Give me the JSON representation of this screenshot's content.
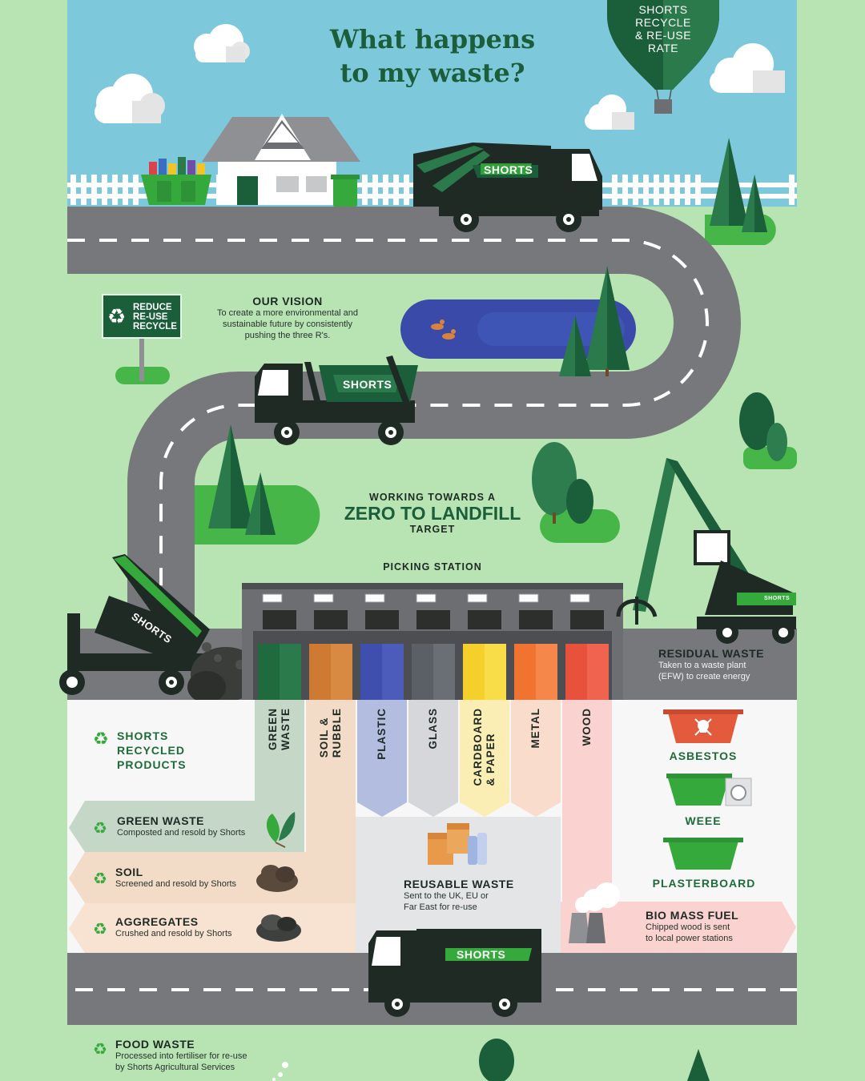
{
  "title": {
    "line1": "What happens",
    "line2": "to my waste?"
  },
  "balloon": {
    "l1": "SHORTS",
    "l2": "RECYCLE",
    "l3": "& RE-USE",
    "l4": "RATE"
  },
  "sign": {
    "l1": "REDUCE",
    "l2": "RE-USE",
    "l3": "RECYCLE"
  },
  "vision": {
    "heading": "OUR VISION",
    "l1": "To create a more environmental and",
    "l2": "sustainable future by consistently",
    "l3": "pushing the three R's."
  },
  "target": {
    "line1": "WORKING TOWARDS A",
    "line2": "ZERO TO LANDFILL",
    "line3": "TARGET"
  },
  "picking_station": "PICKING STATION",
  "residual": {
    "heading": "RESIDUAL WASTE",
    "l1": "Taken to a waste plant",
    "l2": "(EFW) to create energy"
  },
  "brand": "SHORTS",
  "bays": [
    {
      "l1": "GREEN",
      "l2": "WASTE"
    },
    {
      "l1": "SOIL &",
      "l2": "RUBBLE"
    },
    {
      "l1": "PLASTIC",
      "l2": ""
    },
    {
      "l1": "GLASS",
      "l2": ""
    },
    {
      "l1": "CARDBOARD",
      "l2": "& PAPER"
    },
    {
      "l1": "METAL",
      "l2": ""
    },
    {
      "l1": "WOOD",
      "l2": ""
    }
  ],
  "recycled": {
    "l1": "SHORTS",
    "l2": "RECYCLED",
    "l3": "PRODUCTS"
  },
  "products": {
    "green": {
      "heading": "GREEN WASTE",
      "desc": "Composted and resold by Shorts"
    },
    "soil": {
      "heading": "SOIL",
      "desc": "Screened and resold by Shorts"
    },
    "aggregates": {
      "heading": "AGGREGATES",
      "desc": "Crushed and resold by Shorts"
    }
  },
  "reusable": {
    "heading": "REUSABLE WASTE",
    "l1": "Sent to the UK, EU or",
    "l2": "Far East for re-use"
  },
  "skips": {
    "asbestos": "ASBESTOS",
    "weee": "WEEE",
    "plasterboard": "PLASTERBOARD"
  },
  "biomass": {
    "heading": "BIO MASS FUEL",
    "l1": "Chipped wood is sent",
    "l2": "to local power stations"
  },
  "food": {
    "heading": "FOOD WASTE",
    "l1": "Processed into fertiliser for re-use",
    "l2": "by Shorts Agricultural Services"
  },
  "recycle_symbol": "♻",
  "colors": {
    "brand_green": "#1b5e3a",
    "road": "#77787b",
    "sky": "#7ec8dc",
    "grass": "#b8e3b3"
  },
  "icons": [
    "cloud-icon",
    "recycle-icon",
    "duck-icon",
    "tree-icon",
    "skull-icon",
    "leaf-icon",
    "washing-machine-icon"
  ]
}
